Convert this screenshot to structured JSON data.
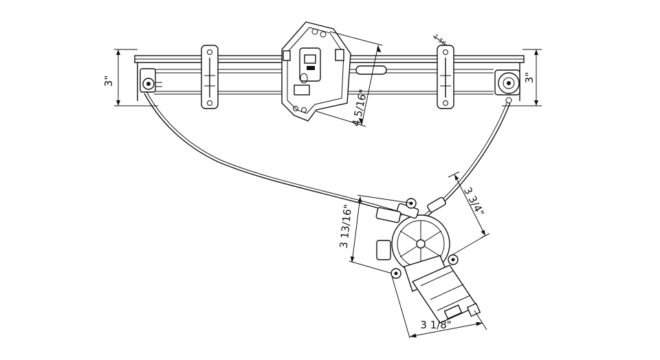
{
  "dimensions": {
    "left_height": "3\"",
    "right_height": "3\"",
    "small_tag": "1-56",
    "bracket_diag": "4 5/16\"",
    "motor_upper": "3 3/4\"",
    "motor_left": "3 13/16\"",
    "motor_bottom": "3 1/8\""
  }
}
